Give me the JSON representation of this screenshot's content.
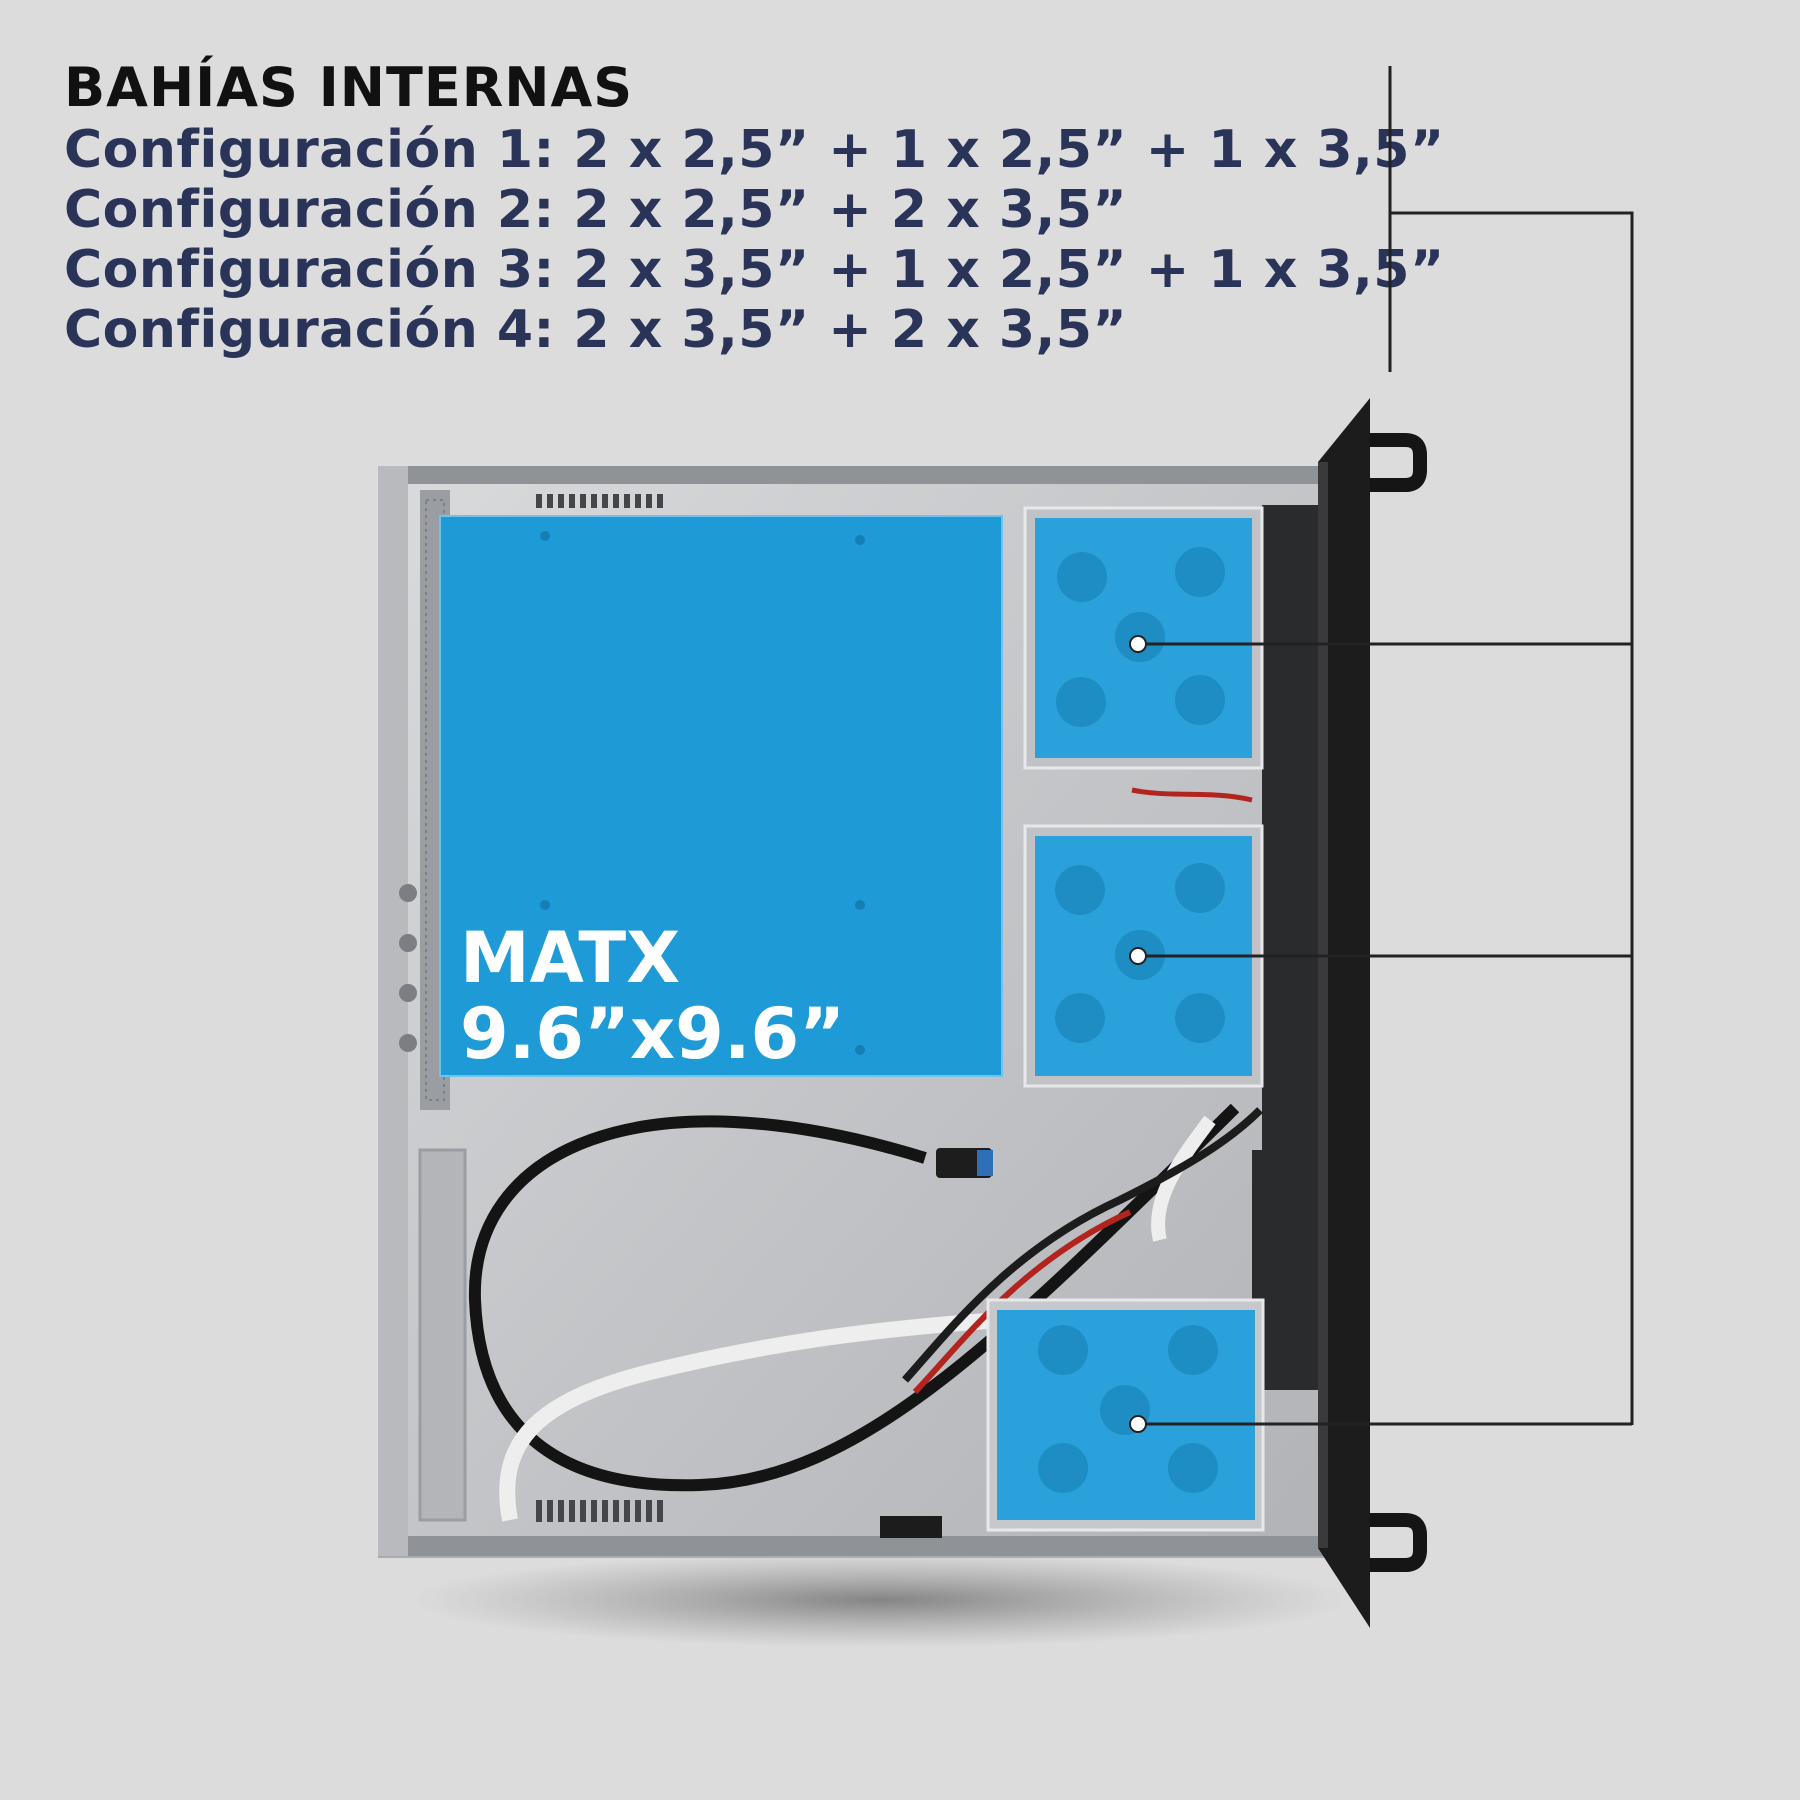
{
  "header": {
    "title": "BAHÍAS INTERNAS",
    "configurations": [
      "Configuración 1: 2 x 2,5” + 1 x 2,5” + 1 x 3,5”",
      "Configuración 2: 2 x 2,5” + 2 x 3,5”",
      "Configuración 3: 2 x 3,5” + 1 x 2,5” + 1 x 3,5”",
      "Configuración 4: 2 x 3,5” + 2 x 3,5”"
    ]
  },
  "motherboard": {
    "form_factor": "MATX",
    "dimensions": "9.6”x9.6”"
  },
  "colors": {
    "background": "#dcdcdc",
    "title": "#111111",
    "config_text": "#2a3358",
    "highlight_blue": "#1e9bd7",
    "chassis": "#c4c6c9",
    "front_panel": "#1c1c1c",
    "leader_line": "#222222"
  }
}
